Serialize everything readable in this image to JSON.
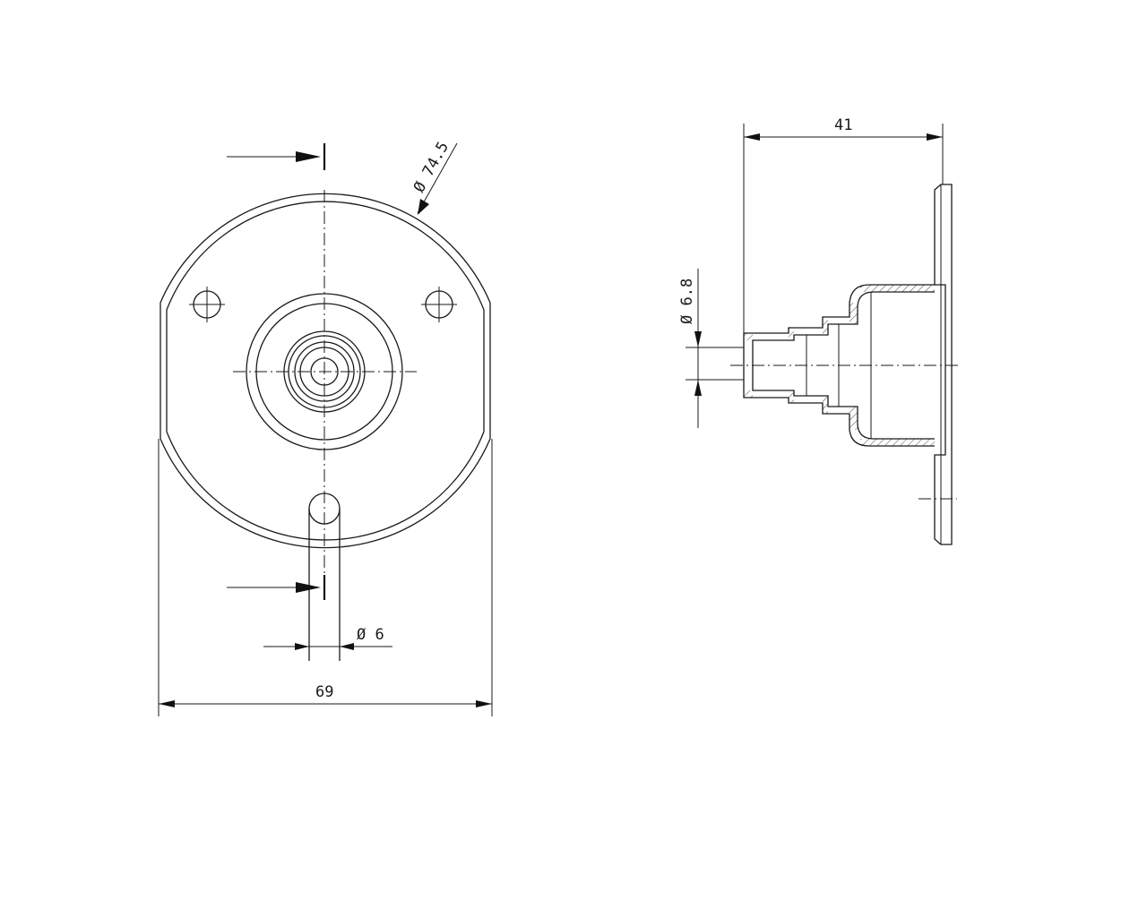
{
  "dimensions": {
    "front_diameter": "Ø 74.5",
    "front_width": "69",
    "slot_diameter": "Ø 6",
    "side_length": "41",
    "side_tube_diameter": "Ø 6.8"
  }
}
